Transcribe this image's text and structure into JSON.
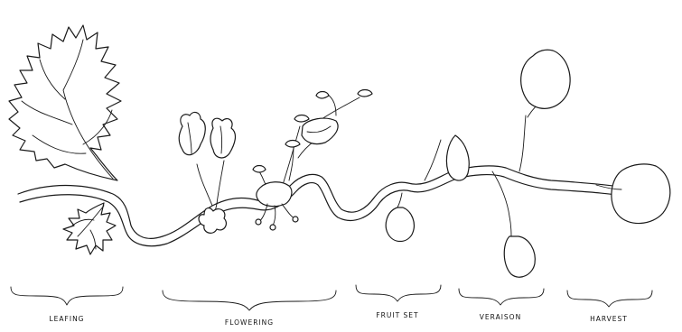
{
  "stages": [
    {
      "label": "LEAFING"
    },
    {
      "label": "FLOWERING"
    },
    {
      "label": "FRUIT SET"
    },
    {
      "label": "VERAISON"
    },
    {
      "label": "HARVEST"
    }
  ]
}
